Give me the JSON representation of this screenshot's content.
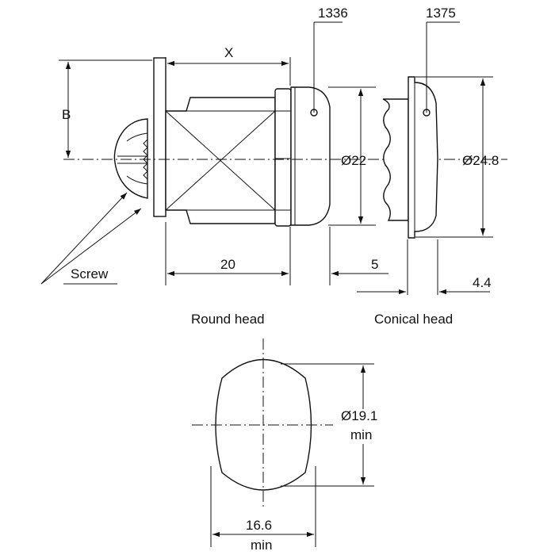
{
  "labels": {
    "part_1336": "1336",
    "part_1375": "1375",
    "dim_x": "X",
    "dim_b": "B",
    "dim_22": "Ø22",
    "dim_24_8": "Ø24.8",
    "screw": "Screw",
    "dim_20": "20",
    "dim_5": "5",
    "dim_4_4": "4.4",
    "round_head": "Round head",
    "conical_head": "Conical head",
    "dim_19_1": "Ø19.1",
    "dim_19_1_min": "min",
    "dim_16_6": "16.6",
    "dim_16_6_min": "min"
  },
  "colors": {
    "line": "#111111",
    "background": "#ffffff"
  }
}
